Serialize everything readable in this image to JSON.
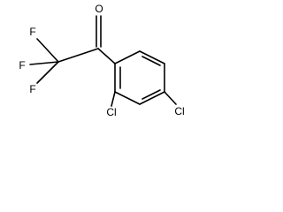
{
  "diagram": {
    "type": "chemical-structure",
    "atoms": {
      "carbonyl_oxygen": "O",
      "fluorine_1": "F",
      "fluorine_2": "F",
      "fluorine_3": "F",
      "chlorine_ortho": "Cl",
      "chlorine_para": "Cl"
    },
    "colors": {
      "bond": "#000000",
      "label": "#000000",
      "background": "#ffffff"
    }
  }
}
